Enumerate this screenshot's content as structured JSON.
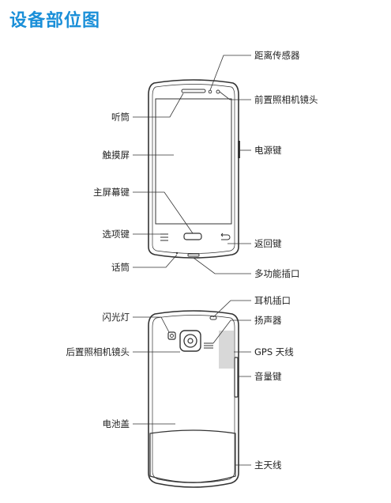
{
  "title": "设备部位图",
  "front_labels": {
    "proximity_sensor": "距离传感器",
    "front_camera": "前置照相机镜头",
    "earpiece": "听筒",
    "power_key": "电源键",
    "touchscreen": "触摸屏",
    "home_key": "主屏幕键",
    "menu_key": "选项键",
    "back_key": "返回键",
    "microphone": "话筒",
    "multipurpose_jack": "多功能插口"
  },
  "back_labels": {
    "headset_jack": "耳机插口",
    "flash": "闪光灯",
    "speaker": "扬声器",
    "rear_camera": "后置照相机镜头",
    "gps_antenna": "GPS  天线",
    "volume_key": "音量键",
    "back_cover": "电池盖",
    "main_antenna": "主天线"
  },
  "colors": {
    "title": "#1a8fd8",
    "outline": "#333333",
    "antenna_fill": "#d8d8d8"
  }
}
